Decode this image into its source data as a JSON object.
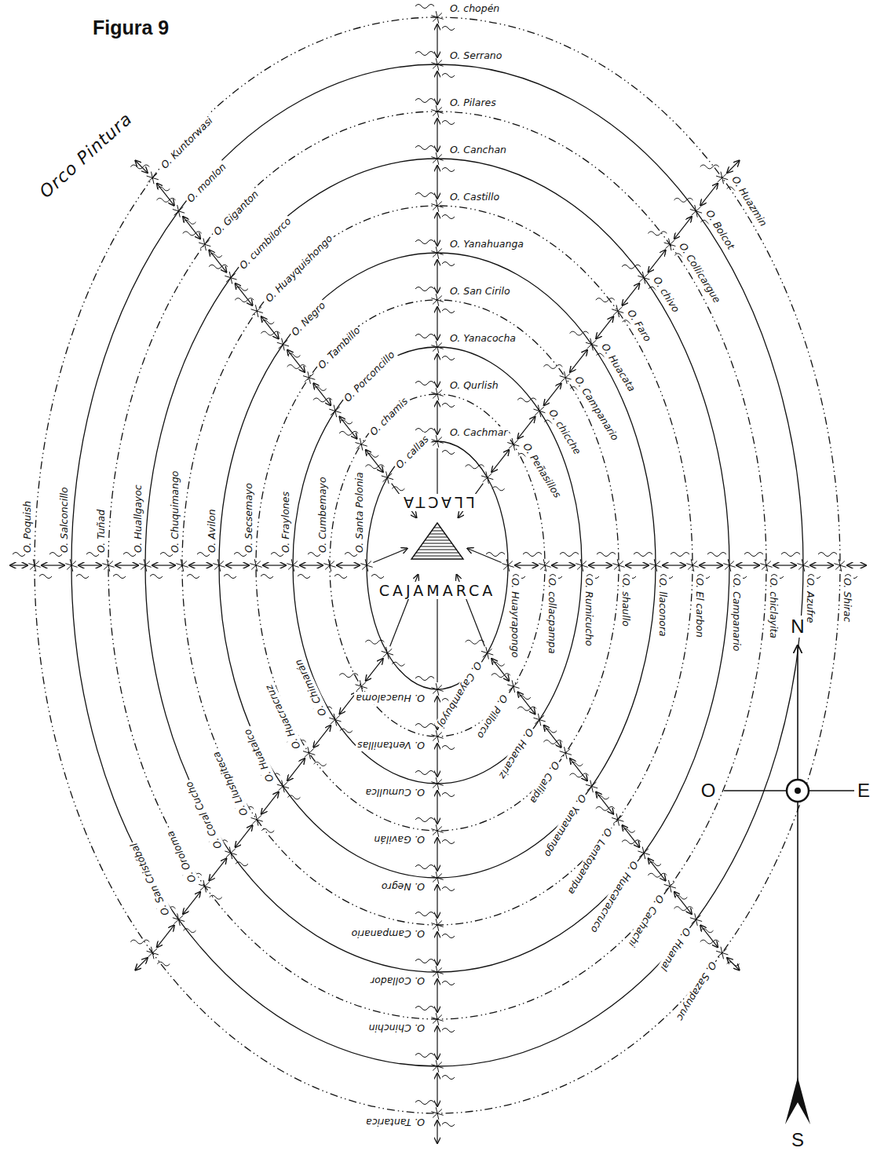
{
  "diagram": {
    "title": "Figura 9",
    "labels": [
      "Orco Pintura",
      "LLACTA",
      "CAJAMARCA",
      "O. chopén",
      "O. Serrano",
      "O. Pilares",
      "O. Canchan",
      "O. Castillo",
      "O. Yanahuanga",
      "O. San Cirilo",
      "O. Yanacocha",
      "O. Qurlish",
      "O. Cachmar",
      "O. Kuntorwasi",
      "O. monlon",
      "O. Giganton",
      "O. cumbilorco",
      "O. Huayquishongo",
      "O. Negro",
      "O. Tambillo",
      "O. Porconcillo",
      "O. chamis",
      "O. callas",
      "O. Huazmin",
      "O. Bolcot",
      "O. Collicargue",
      "O. chivo",
      "O. Faro",
      "O. Huacata",
      "O. Campanario",
      "O. chicche",
      "O. Peñasillos",
      "O. Poquish",
      "O. Salconcillo",
      "O. Tuñad",
      "O. Huallgayoc",
      "O. Chuquimango",
      "O. Avilon",
      "O. Secsemayo",
      "O. Fraylones",
      "O. Cumbemayo",
      "O. Santa Polonia",
      "O. Huayrapongo",
      "O. collacpampa",
      "O. Rumicucho",
      "O. shaullo",
      "O. llaconora",
      "O. El carbon",
      "O. Campanario",
      "O. chiclayita",
      "O. Azufre",
      "O. Shirac",
      "O. Huacaloma",
      "O. Ventanillas",
      "O. Cumullca",
      "O. Gavilán",
      "O. Negro",
      "O. Campanario",
      "O. Collador",
      "O. Chinchin",
      "O. Tantarica",
      "O. Chimarán",
      "O. Huacracruz",
      "O. Huatalco",
      "O. Llushpiteca",
      "O. Coral Cucho",
      "O. Oroloma",
      "O. San Cristóbal",
      "O. Cayambuyoj",
      "O. Pillorco",
      "O. Huacariz",
      "O. Callipa",
      "O. Yanamango",
      "O. Lentopampa",
      "O. Huacaracruco",
      "O. Cachachi",
      "O. Huanal",
      "O. Sazapuyuc",
      "N",
      "S",
      "O",
      "E"
    ]
  }
}
